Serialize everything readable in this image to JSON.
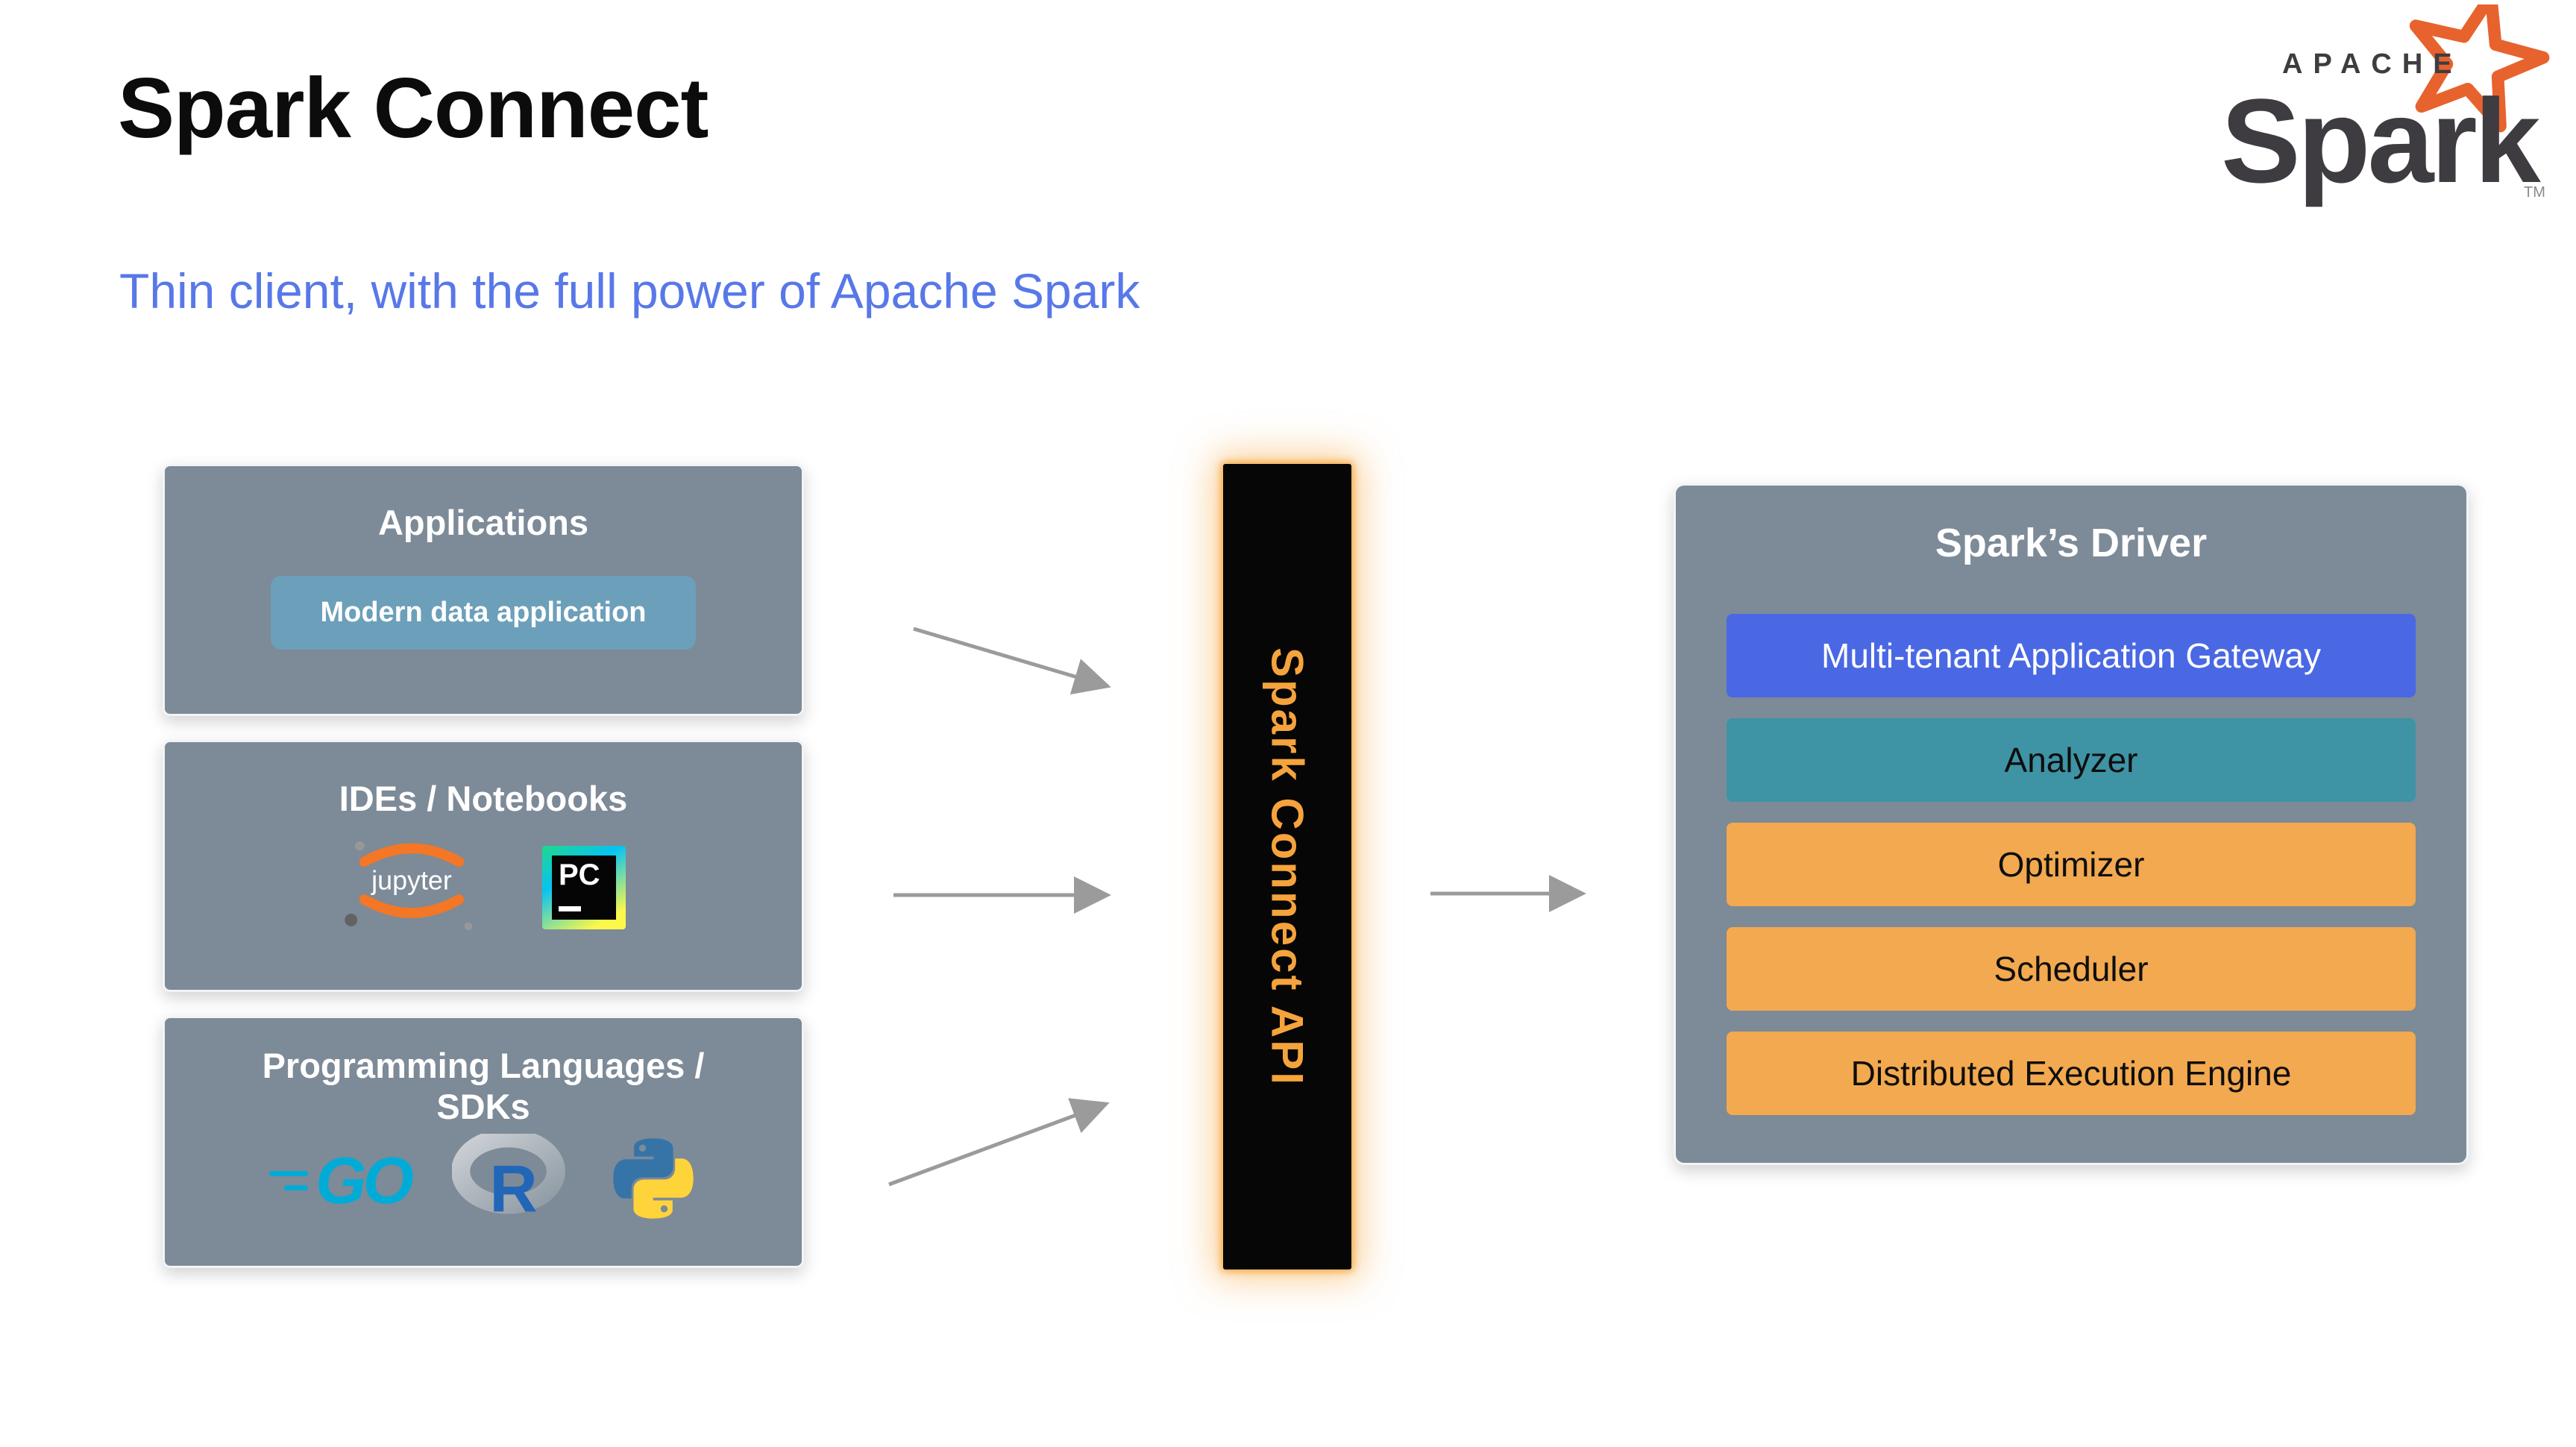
{
  "slide": {
    "title": "Spark Connect",
    "subtitle": "Thin client, with the full power of Apache Spark"
  },
  "logo": {
    "apache": "APACHE",
    "spark": "Spark",
    "tm": "TM"
  },
  "sources": [
    {
      "title": "Applications",
      "badge": "Modern data application"
    },
    {
      "title": "IDEs / Notebooks",
      "jupyter_label": "jupyter",
      "pycharm_label": "PC"
    },
    {
      "title_line1": "Programming Languages /",
      "title_line2": "SDKs",
      "go_label": "GO",
      "r_label": "R"
    }
  ],
  "connector": {
    "label": "Spark Connect API"
  },
  "driver": {
    "title": "Spark’s Driver",
    "rows": [
      {
        "label": "Multi-tenant Application Gateway",
        "bg": "#4A68E4",
        "fg": "#FFFFFF"
      },
      {
        "label": "Analyzer",
        "bg": "#3E93A4",
        "fg": "#0E0E0E"
      },
      {
        "label": "Optimizer",
        "bg": "#F2A94F",
        "fg": "#0E0E0E"
      },
      {
        "label": "Scheduler",
        "bg": "#F2A94F",
        "fg": "#0E0E0E"
      },
      {
        "label": "Distributed Execution Engine",
        "bg": "#F2A94F",
        "fg": "#0E0E0E"
      }
    ]
  },
  "colors": {
    "accent_blue": "#5878E8",
    "panel_gray": "#7D8A97",
    "badge_blue": "#6C9FBA",
    "connector_orange": "#F5A33C",
    "spark_star_orange": "#E8622D",
    "arrow_gray": "#9B9B9B"
  }
}
